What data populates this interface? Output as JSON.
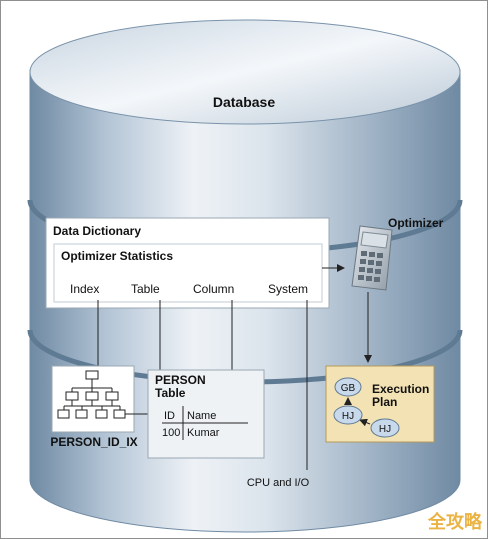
{
  "diagram": {
    "database_label": "Database",
    "data_dictionary_label": "Data Dictionary",
    "optimizer_statistics_label": "Optimizer Statistics",
    "stat_columns": [
      "Index",
      "Table",
      "Column",
      "System"
    ],
    "optimizer_label": "Optimizer",
    "index_name": "PERSON_ID_IX",
    "table_title_line1": "PERSON",
    "table_title_line2": "Table",
    "table_headers": [
      "ID",
      "Name"
    ],
    "table_row": [
      "100",
      "Kumar"
    ],
    "execution_plan_line1": "Execution",
    "execution_plan_line2": "Plan",
    "plan_nodes": [
      "GB",
      "HJ",
      "HJ"
    ],
    "cpu_io_label": "CPU and I/O",
    "watermark": "全攻略"
  },
  "colors": {
    "cylinder_dark": "#6f8aa3",
    "cylinder_light": "#e8eef4",
    "box_border": "#9aa8b4",
    "plan_box": "#f3e2b3",
    "plan_node": "#c9d9ec",
    "watermark": "#e8a623"
  }
}
